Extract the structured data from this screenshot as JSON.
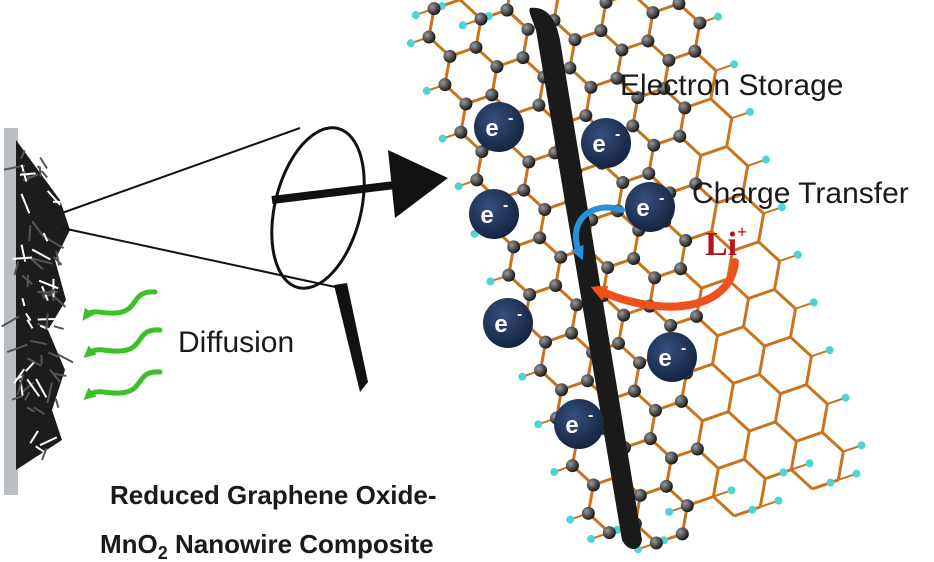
{
  "labels": {
    "diffusion": "Diffusion",
    "electron_storage": "Electron Storage",
    "charge_transfer": "Charge Transfer",
    "lithium_ion": "Li",
    "lithium_charge": "+",
    "electron_symbol": "e",
    "electron_charge": "-",
    "title_line1": "Reduced Graphene Oxide-",
    "title_line2_prefix": "MnO",
    "title_line2_sub": "2",
    "title_line2_suffix": " Nanowire Composite"
  },
  "colors": {
    "electron_fill": "#1b2a4a",
    "graphene_atom": "#222222",
    "graphene_bond": "#c8741e",
    "hydrogen": "#4fd3d3",
    "nanowire": "#1a1a1a",
    "diffusion_arrow": "#3dbf2a",
    "transfer_arrow_orange": "#f0501e",
    "transfer_arrow_blue": "#2a8fd8",
    "lithium_text": "#b3161a",
    "electrode": "#b9bec2"
  }
}
